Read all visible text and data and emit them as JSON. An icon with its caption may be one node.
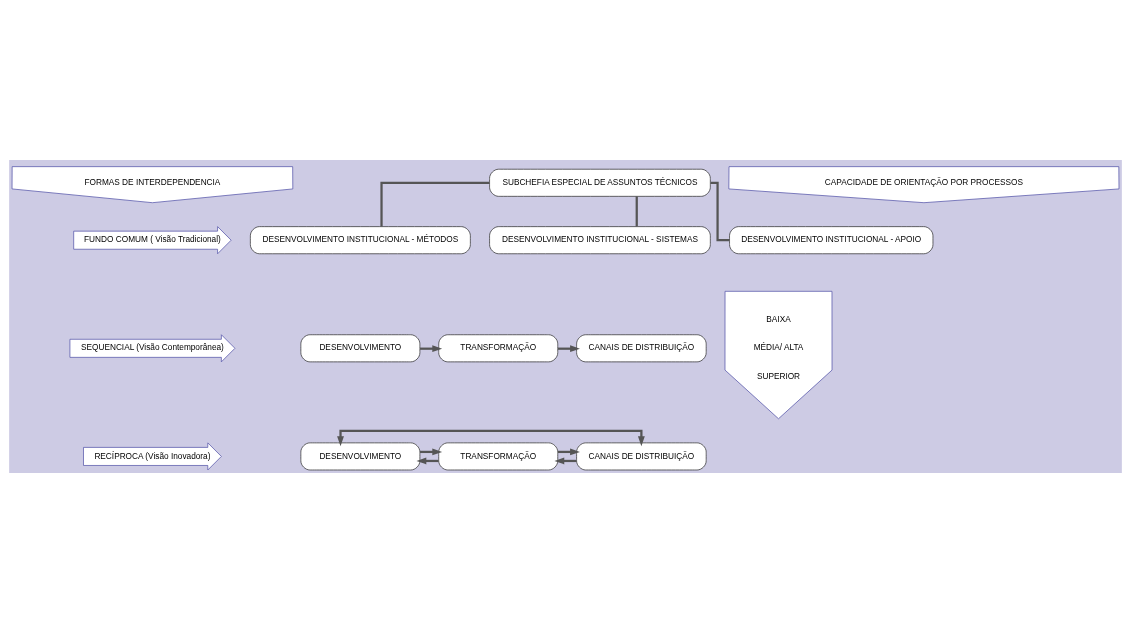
{
  "diagram": {
    "nodes": [
      {
        "text": [
          "FORMAS DE INTERDEPENDENCIA"
        ]
      },
      {
        "text": [
          "SUBCHEFIA ESPECIAL DE ASSUNTOS TÉCNICOS"
        ]
      },
      {
        "text": [
          "CAPACIDADE DE ORIENTAÇÃO POR PROCESSOS"
        ]
      },
      {
        "text": [
          "FUNDO COMUM ( Visão Tradicional)"
        ]
      },
      {
        "text": [
          "DESENVOLVIMENTO INSTITUCIONAL - MÉTODOS"
        ]
      },
      {
        "text": [
          "DESENVOLVIMENTO INSTITUCIONAL - SISTEMAS"
        ]
      },
      {
        "text": [
          "DESENVOLVIMENTO INSTITUCIONAL - APOIO"
        ]
      },
      {
        "text": [
          "BAIXA",
          "MÉDIA/ ALTA",
          "SUPERIOR"
        ]
      },
      {
        "text": [
          "SEQUENCIAL (Visão Contemporânea)"
        ]
      },
      {
        "text": [
          "DESENVOLVIMENTO"
        ]
      },
      {
        "text": [
          "TRANSFORMAÇÃO"
        ]
      },
      {
        "text": [
          "CANAIS DE DISTRIBUIÇÃO"
        ]
      },
      {
        "text": [
          "RECÍPROCA (Visão Inovadora)"
        ]
      },
      {
        "text": [
          "DESENVOLVIMENTO"
        ]
      },
      {
        "text": [
          "TRANSFORMAÇÃO"
        ]
      },
      {
        "text": [
          "CANAIS DE DISTRIBUIÇÃO"
        ]
      }
    ],
    "edges": [
      {
        "from": 1,
        "to": 4,
        "arrow": "none"
      },
      {
        "from": 1,
        "to": 5,
        "arrow": "none"
      },
      {
        "from": 1,
        "to": 6,
        "arrow": "none"
      },
      {
        "from": 9,
        "to": 10,
        "arrow": "to"
      },
      {
        "from": 10,
        "to": 11,
        "arrow": "to"
      },
      {
        "from": 13,
        "to": 14,
        "arrow": "to"
      },
      {
        "from": 14,
        "to": 13,
        "arrow": "to"
      },
      {
        "from": 14,
        "to": 15,
        "arrow": "to"
      },
      {
        "from": 15,
        "to": 14,
        "arrow": "to"
      },
      {
        "from": 13,
        "to": 15,
        "arrow": "both"
      }
    ]
  }
}
